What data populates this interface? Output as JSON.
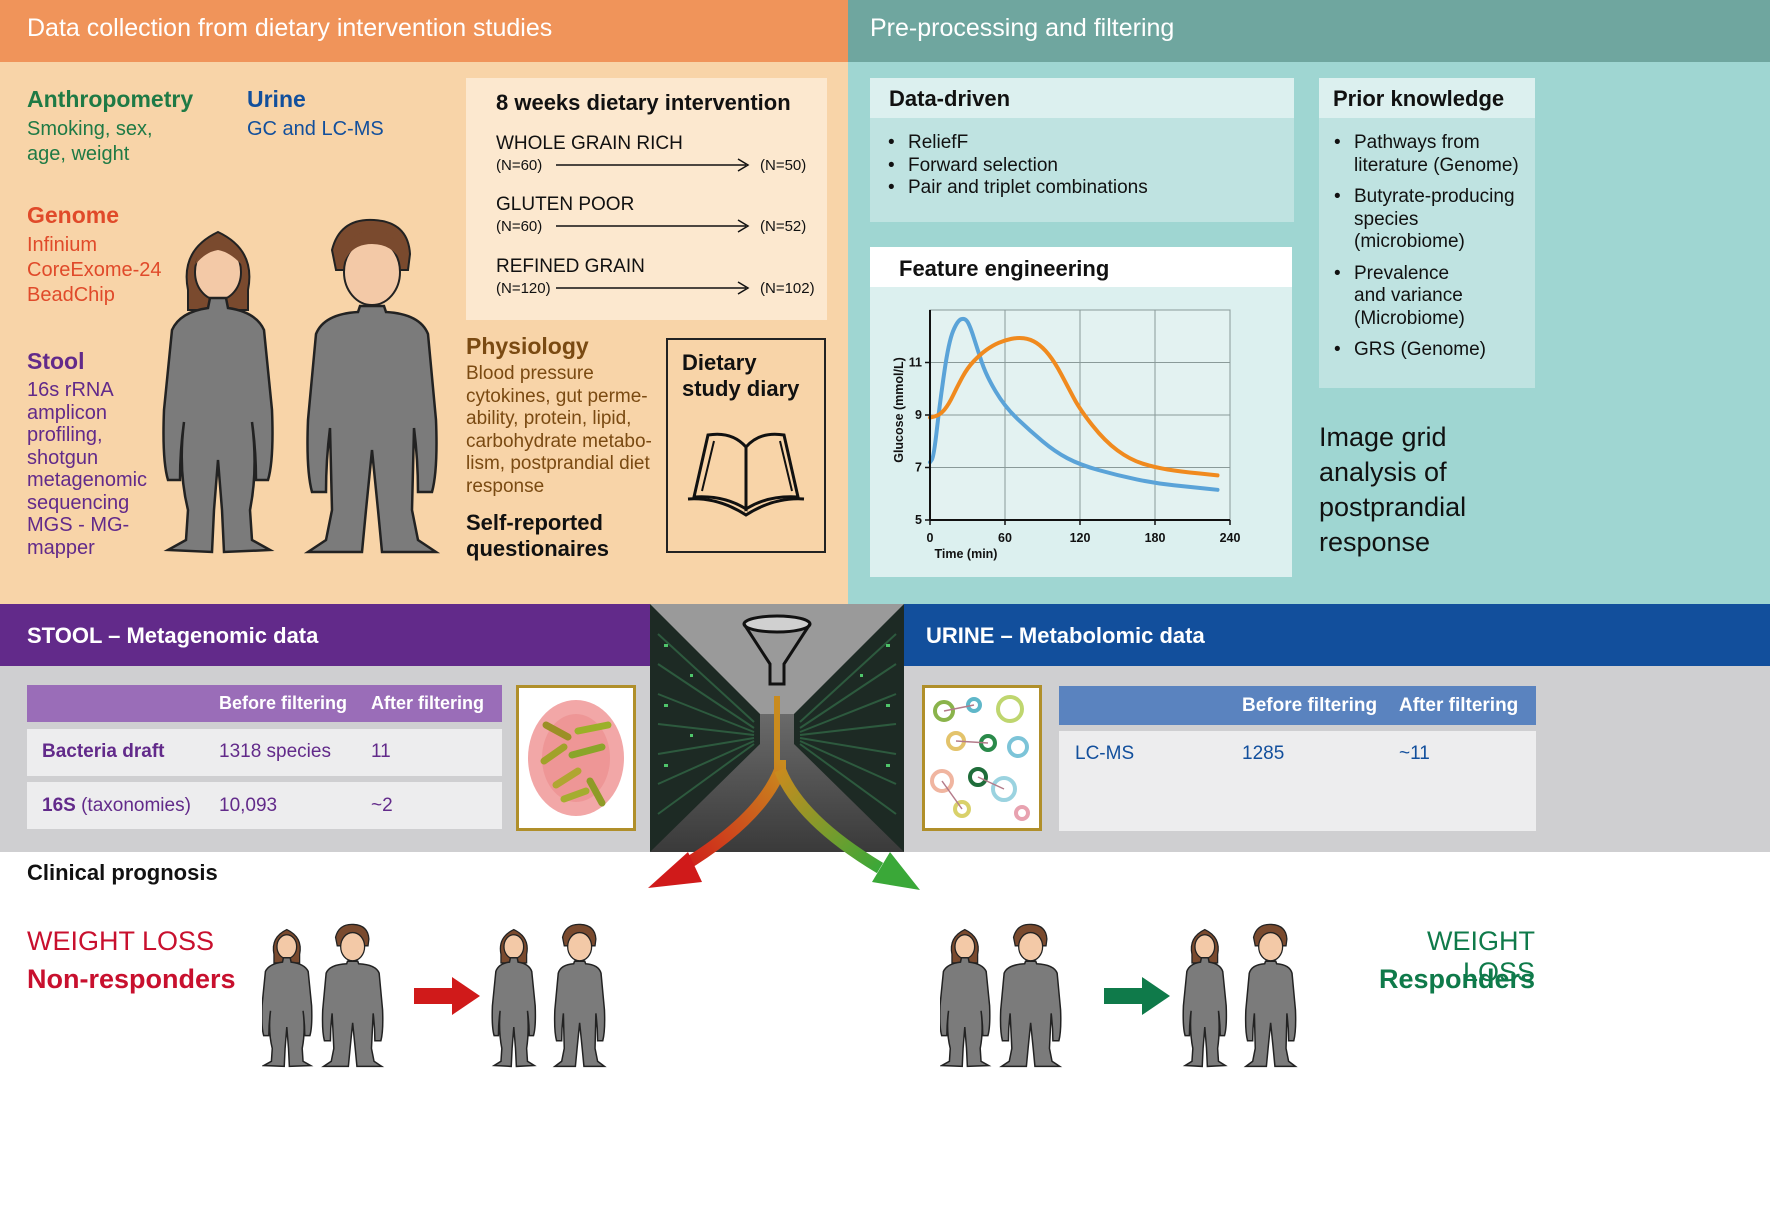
{
  "panel_top_left": {
    "header": "Data collection from dietary intervention studies",
    "anthropometry": {
      "title": "Anthropometry",
      "lines": [
        "Smoking, sex,",
        "age, weight"
      ]
    },
    "urine": {
      "title": "Urine",
      "lines": [
        "GC and LC-MS"
      ]
    },
    "genome": {
      "title": "Genome",
      "lines": [
        "Infinium",
        "CoreExome-24",
        "BeadChip"
      ]
    },
    "stool": {
      "title": "Stool",
      "lines": [
        "16s rRNA",
        "amplicon",
        "profiling,",
        "shotgun",
        "metagenomic",
        "sequencing",
        "MGS - MG-",
        "mapper"
      ]
    },
    "intervention": {
      "title": "8 weeks dietary intervention",
      "arms": [
        {
          "name": "WHOLE GRAIN RICH",
          "n_start": "(N=60)",
          "n_end": "(N=50)"
        },
        {
          "name": "GLUTEN POOR",
          "n_start": "(N=60)",
          "n_end": "(N=52)"
        },
        {
          "name": "REFINED GRAIN",
          "n_start": "(N=120)",
          "n_end": "(N=102)"
        }
      ]
    },
    "physiology": {
      "title": "Physiology",
      "lines": [
        "Blood pressure",
        "cytokines, gut perme-",
        "ability, protein, lipid,",
        "carbohydrate metabo-",
        "lism, postprandial diet",
        "response"
      ]
    },
    "self_reported": {
      "lines": [
        "Self-reported",
        "questionaires"
      ]
    },
    "diary": {
      "lines": [
        "Dietary",
        "study diary"
      ]
    }
  },
  "panel_top_right": {
    "header": "Pre-processing and filtering",
    "data_driven": {
      "title": "Data-driven",
      "items": [
        "ReliefF",
        "Forward selection",
        "Pair and triplet combinations"
      ]
    },
    "prior_knowledge": {
      "title": "Prior knowledge",
      "items": [
        [
          "Pathways from",
          "literature (Genome)"
        ],
        [
          "Butyrate-producing",
          "species",
          "(microbiome)"
        ],
        [
          "Prevalence",
          "and variance",
          "(Microbiome)"
        ],
        [
          "GRS (Genome)"
        ]
      ]
    },
    "feature_engineering": {
      "title": "Feature engineering"
    },
    "image_grid": {
      "lines": [
        "Image grid",
        "analysis of",
        "postprandial",
        "response"
      ]
    }
  },
  "chart_data": {
    "type": "line",
    "title": "",
    "xlabel": "Time (min)",
    "ylabel": "Glucose (mmol/L)",
    "xlim": [
      0,
      240
    ],
    "ylim": [
      5,
      13
    ],
    "xticks": [
      "0",
      "60",
      "120",
      "180",
      "240"
    ],
    "yticks": [
      "5",
      "7",
      "9",
      "11"
    ],
    "grid": true,
    "series": [
      {
        "color": "#5aa3d8",
        "x": [
          0,
          3,
          8,
          15,
          22,
          28,
          32,
          38,
          45,
          60,
          80,
          100,
          120,
          150,
          180,
          210,
          230
        ],
        "y": [
          7.2,
          7.4,
          9.5,
          11.8,
          12.6,
          12.7,
          12.4,
          11.5,
          10.5,
          9.3,
          8.4,
          7.6,
          7.1,
          6.7,
          6.4,
          6.25,
          6.15
        ]
      },
      {
        "color": "#f08a1e",
        "x": [
          0,
          8,
          15,
          22,
          30,
          40,
          50,
          60,
          70,
          80,
          90,
          100,
          110,
          120,
          140,
          160,
          180,
          200,
          230
        ],
        "y": [
          8.9,
          9.0,
          9.4,
          10.1,
          10.8,
          11.3,
          11.65,
          11.85,
          11.95,
          11.9,
          11.6,
          11.0,
          10.1,
          9.2,
          8.0,
          7.3,
          7.0,
          6.85,
          6.7
        ]
      }
    ]
  },
  "stool_panel": {
    "header": "STOOL – Metagenomic data",
    "col_headers": [
      "Before filtering",
      "After filtering"
    ],
    "rows": [
      {
        "label_bold": "Bacteria draft",
        "label_rest": "",
        "before": "1318 species",
        "after": "11"
      },
      {
        "label_bold": "16S",
        "label_rest": " (taxonomies)",
        "before": "10,093",
        "after": "~2"
      }
    ]
  },
  "urine_panel": {
    "header": "URINE – Metabolomic data",
    "col_headers": [
      "Before filtering",
      "After filtering"
    ],
    "rows": [
      {
        "label": "LC-MS",
        "before": "1285",
        "after": "~11"
      }
    ]
  },
  "prognosis": {
    "title": "Clinical prognosis",
    "left": {
      "line1": "WEIGHT LOSS",
      "line2": "Non-responders"
    },
    "right": {
      "line1": "WEIGHT LOSS",
      "line2": "Responders"
    }
  },
  "colors": {
    "orange_header": "#f0945a",
    "orange_bg": "#f8d4a8",
    "teal_header": "#6fa69f",
    "teal_bg": "#9fd6d2",
    "purple": "#622a8a",
    "blue": "#124f9c",
    "red": "#c8102e",
    "green": "#0f7a4a"
  }
}
